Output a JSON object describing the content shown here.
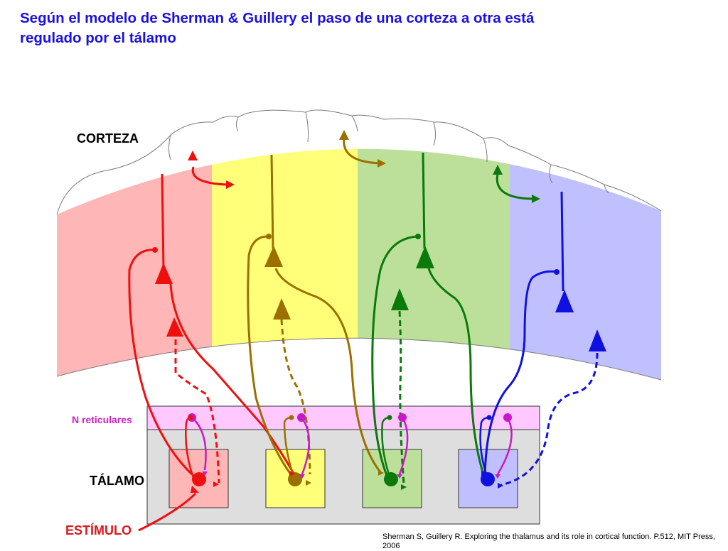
{
  "slide": {
    "title_line1": "Según el modelo de Sherman & Guillery el paso de una corteza a otra está",
    "title_line2": "regulado por el tálamo"
  },
  "labels": {
    "corteza": "CORTEZA",
    "reticulares": "N reticulares",
    "talamo": "TÁLAMO",
    "estimulo": "ESTÍMULO"
  },
  "citation": "Sherman S, Guillery R. Exploring the thalamus and its role in cortical function. P.512, MIT Press, 2006",
  "colors": {
    "red": "#ee0f0f",
    "olive": "#9c7000",
    "green": "#0a7a0a",
    "blue": "#1010e0",
    "magenta": "#c818c8",
    "title": "#1a10e6"
  }
}
